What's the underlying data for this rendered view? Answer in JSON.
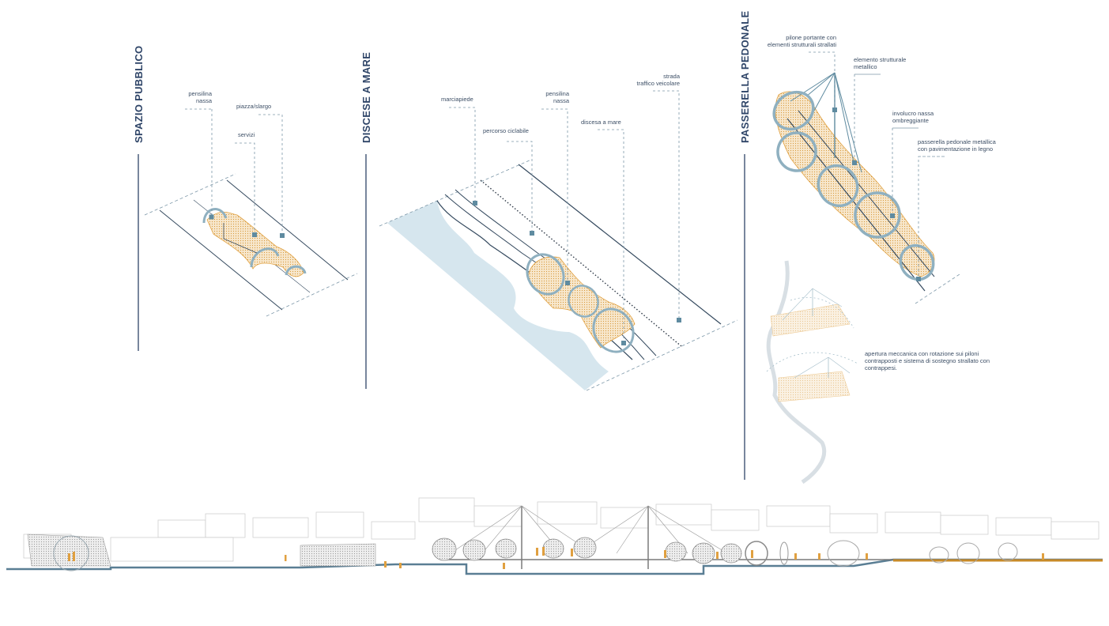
{
  "sections": {
    "spazio_pubblico": {
      "title": "SPAZIO PUBBLICO",
      "labels": {
        "pensilina": "pensilina\nnassa",
        "piazza": "piazza/slargo",
        "servizi": "servizi"
      }
    },
    "discese_a_mare": {
      "title": "DISCESE A MARE",
      "labels": {
        "marciapiede": "marciapiede",
        "percorso": "percorso ciclabile",
        "pensilina": "pensilina\nnassa",
        "discesa": "discesa a mare",
        "strada": "strada\ntraffico veicolare"
      }
    },
    "passerella_pedonale": {
      "title": "PASSERELLA PEDONALE",
      "labels": {
        "pilone": "pilone portante con\nelementi strutturali strallati",
        "elemento": "elemento strutturale\nmetallico",
        "involucro": "involucro nassa\nombreggiante",
        "passerella": "passerella pedonale metallica\ncon pavimentazione in legno",
        "apertura": "apertura meccanica con rotazione sui piloni\ncontrapposti e sistema di sostegno strallato con\ncontrappesi."
      }
    }
  },
  "colors": {
    "title": "#2f4568",
    "marker": "#5f8ba0",
    "leader": "#7c97a8",
    "net": "#e7a53c",
    "net_fill": "#f7e7cc",
    "ring": "#8fb0c0",
    "sea": "#d6e6ee",
    "line": "#34495e",
    "ground": "#5a7e94",
    "deck": "#c78a28"
  }
}
